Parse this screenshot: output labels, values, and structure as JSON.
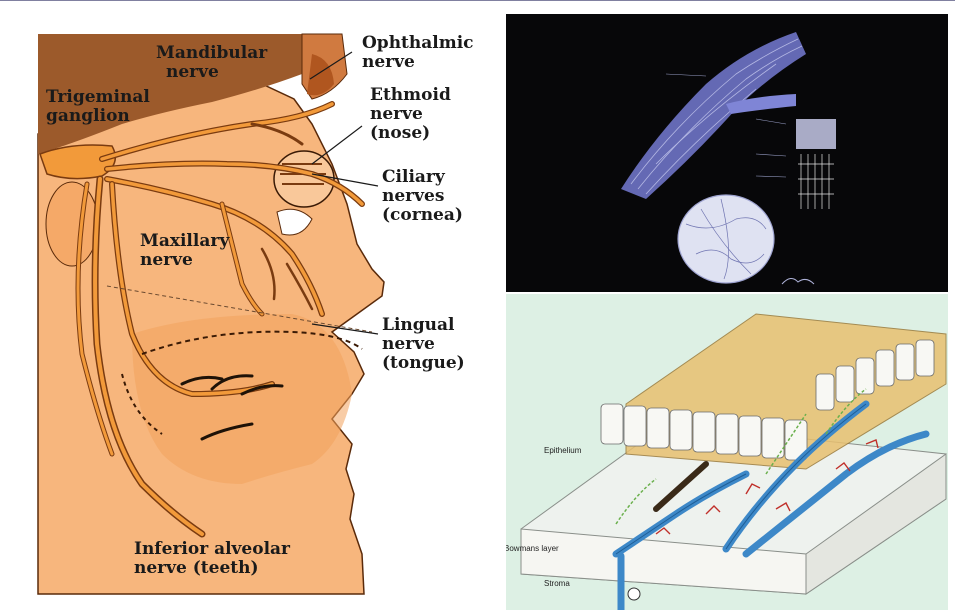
{
  "left_panel": {
    "labels": {
      "mandibular": [
        "Mandibular",
        "nerve"
      ],
      "ophthalmic": [
        "Ophthalmic",
        "nerve"
      ],
      "trigeminal": [
        "Trigeminal",
        "ganglion"
      ],
      "ethmoid": [
        "Ethmoid",
        "nerve",
        "(nose)"
      ],
      "ciliary": [
        "Ciliary",
        "nerves",
        "(cornea)"
      ],
      "maxillary": [
        "Maxillary",
        "nerve"
      ],
      "lingual": [
        "Lingual",
        "nerve",
        "(tongue)"
      ],
      "inferior_alveolar": [
        "Inferior alveolar",
        "nerve (teeth)"
      ]
    }
  },
  "bottom_right_panel": {
    "labels": {
      "epithelium": "Epithelium",
      "bowmans": "Bowmans layer",
      "stroma": "Stroma"
    }
  },
  "colors": {
    "skin": "#f7b67d",
    "skin_dark": "#f2a25c",
    "bone": "#9c5a2b",
    "nerve": "#f29a3a",
    "nerve_outline": "#7a3b10",
    "dark_bg": "#070709",
    "pale_green": "#ddf0e4",
    "vessel_blue": "#3d88c8"
  }
}
